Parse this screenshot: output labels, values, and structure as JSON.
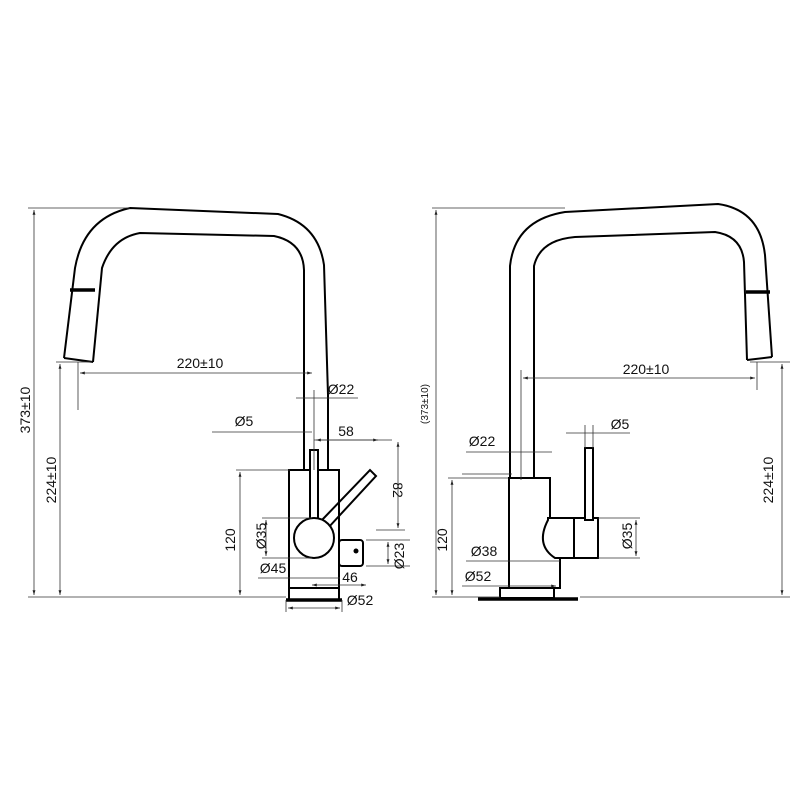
{
  "left_view": {
    "height_total": "373±10",
    "height_spout": "224±10",
    "reach": "220±10",
    "spout_dia": "Ø22",
    "lever_dia": "Ø5",
    "lever_offset": "58",
    "lever_height": "82",
    "body_height": "120",
    "knob_dia": "Ø35",
    "body_dia": "Ø45",
    "side_outlet_depth": "46",
    "side_outlet_dia": "Ø23",
    "base_dia": "Ø52"
  },
  "right_view": {
    "height_total": "(373±10)",
    "height_spout": "224±10",
    "reach": "220±10",
    "spout_dia": "Ø22",
    "lever_dia": "Ø5",
    "body_height": "120",
    "lever_body_dia": "Ø35",
    "body_dia": "Ø38",
    "base_dia": "Ø52"
  }
}
